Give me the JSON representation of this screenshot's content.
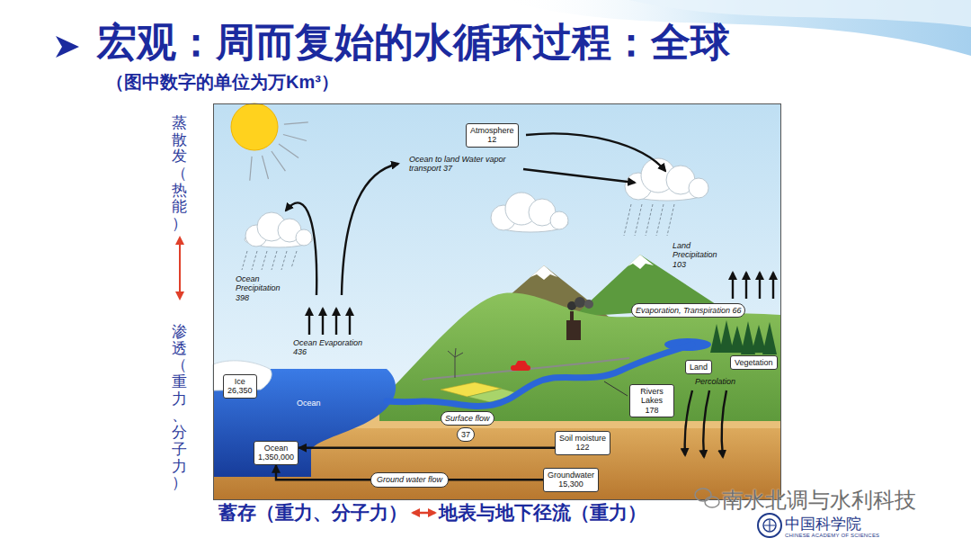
{
  "diagram": {
    "title": "宏观：周而复始的水循环过程：全球",
    "nodes": [
      {
        "text": [
          "Atmosphere",
          "12"
        ]
      },
      {
        "text": [
          "Evaporation, Transpiration 66"
        ]
      },
      {
        "text": [
          "Ice",
          "26,350"
        ]
      },
      {
        "text": [
          "Land"
        ]
      },
      {
        "text": [
          "Vegetation"
        ]
      },
      {
        "text": [
          "Rivers Lakes",
          "178"
        ]
      },
      {
        "text": [
          "Surface flow"
        ]
      },
      {
        "text": [
          "37"
        ]
      },
      {
        "text": [
          "Soil moisture",
          "122"
        ]
      },
      {
        "text": [
          "Ocean",
          "1,350,000"
        ]
      },
      {
        "text": [
          "Groundwater",
          "15,300"
        ]
      }
    ],
    "edges": [
      {
        "from": 8,
        "to": 9,
        "arrow": "to"
      },
      {
        "from": 10,
        "to": 9,
        "label": "Ground water flow",
        "arrow": "to"
      }
    ],
    "labels": [
      "（图中数字的单位为万Km³）",
      "蒸散发（热能）",
      "渗透（重力、分子力）",
      "蓄存（重力、分子力）",
      "地表与地下径流（重力）",
      "Ocean to land Water vapor transport 37",
      "Ocean Precipitation 398",
      "Ocean Evaporation 436",
      "Land Precipitation 103",
      "Ocean",
      "Percolation",
      "南水北调与水利科技",
      "中国科学院",
      "CHINESE ACADEMY OF SCIENCES"
    ]
  }
}
